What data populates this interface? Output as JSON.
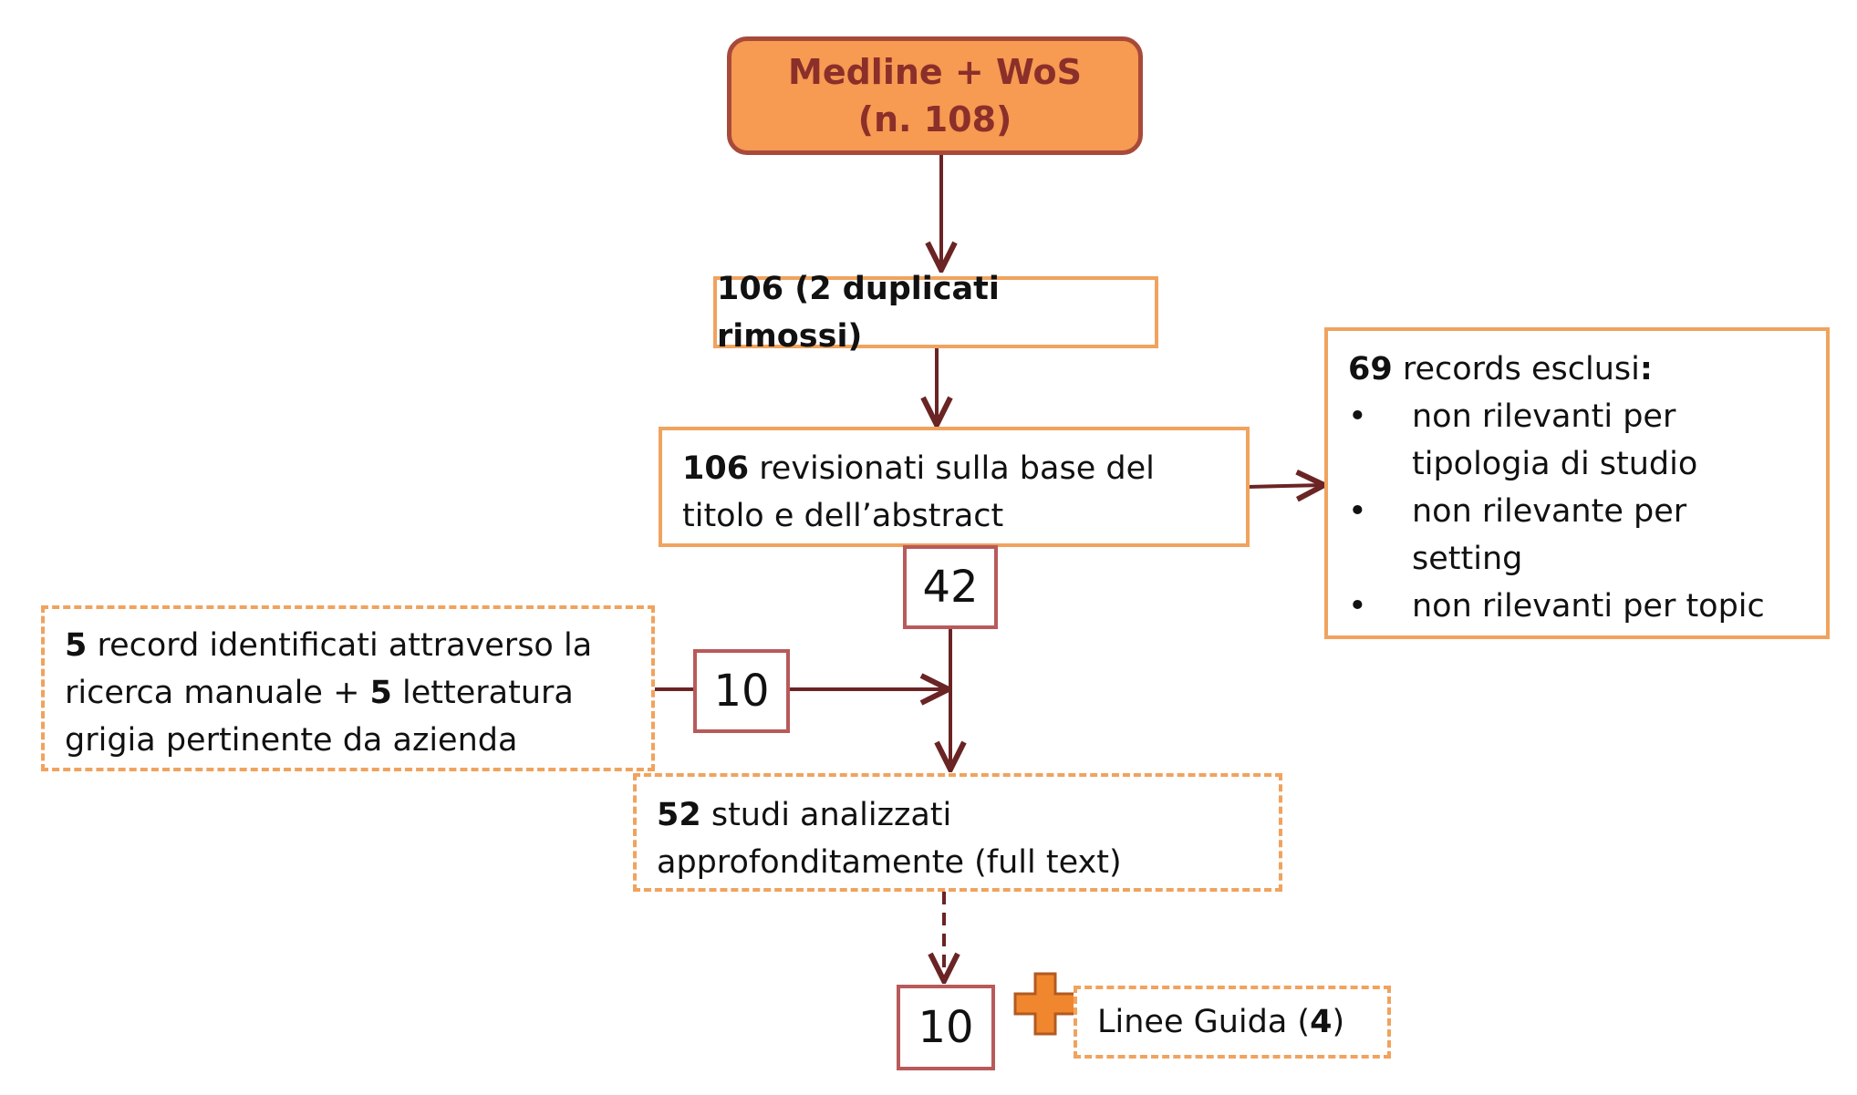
{
  "source": {
    "line1": "Medline + WoS",
    "line2": "(n. 108)"
  },
  "dedup": {
    "label": "106 (2 duplicati rimossi)"
  },
  "screened": {
    "count": "106",
    "text_a": " revisionati sulla base del",
    "text_b": "titolo e dell’abstract"
  },
  "excluded": {
    "count": "69",
    "text": " records esclusi",
    "colon": ":",
    "reasons": [
      {
        "line1": "non rilevanti per",
        "line2": "tipologia di studio"
      },
      {
        "line1": "non rilevante per",
        "line2": "setting"
      },
      {
        "line1": "non rilevanti per topic",
        "line2": ""
      }
    ]
  },
  "retained_count": "42",
  "manual": {
    "count_a": "5",
    "text_a": " record identificati attraverso la",
    "text_b": "ricerca manuale + ",
    "count_b": "5",
    "text_c": " letteratura",
    "text_d": "grigia pertinente da azienda"
  },
  "added_count": "10",
  "fulltext": {
    "count": "52",
    "text_a": " studi analizzati",
    "text_b": "approfonditamente (full text)"
  },
  "final_count": "10",
  "guidelines": {
    "text": "Linee Guida (",
    "count": "4",
    "close": ")"
  },
  "colors": {
    "arrow": "#6b2424",
    "orange_border": "#f0a35e",
    "source_fill": "#f79a52",
    "plus": "#f0872e"
  }
}
